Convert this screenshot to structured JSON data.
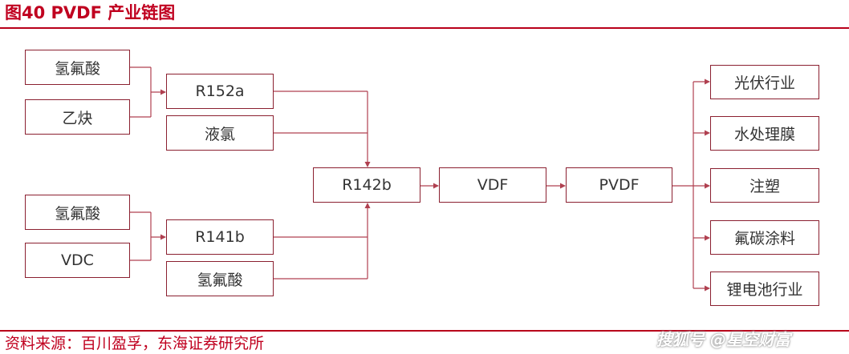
{
  "title": "图40  PVDF 产业链图",
  "nodes": {
    "hf1": "氢氟酸",
    "acetylene": "乙炔",
    "r152a": "R152a",
    "liquid_cl": "液氯",
    "hf2": "氢氟酸",
    "vdc": "VDC",
    "r141b": "R141b",
    "hf3": "氢氟酸",
    "r142b": "R142b",
    "vdf": "VDF",
    "pvdf": "PVDF",
    "pv": "光伏行业",
    "water": "水处理膜",
    "injection": "注塑",
    "coating": "氟碳涂料",
    "battery": "锂电池行业"
  },
  "footer": "资料来源：百川盈孚，东海证券研究所",
  "watermark": "搜狐号 @星空财富",
  "colors": {
    "title": "#c0001f",
    "box_border": "#8b2030",
    "line": "#b04050"
  }
}
